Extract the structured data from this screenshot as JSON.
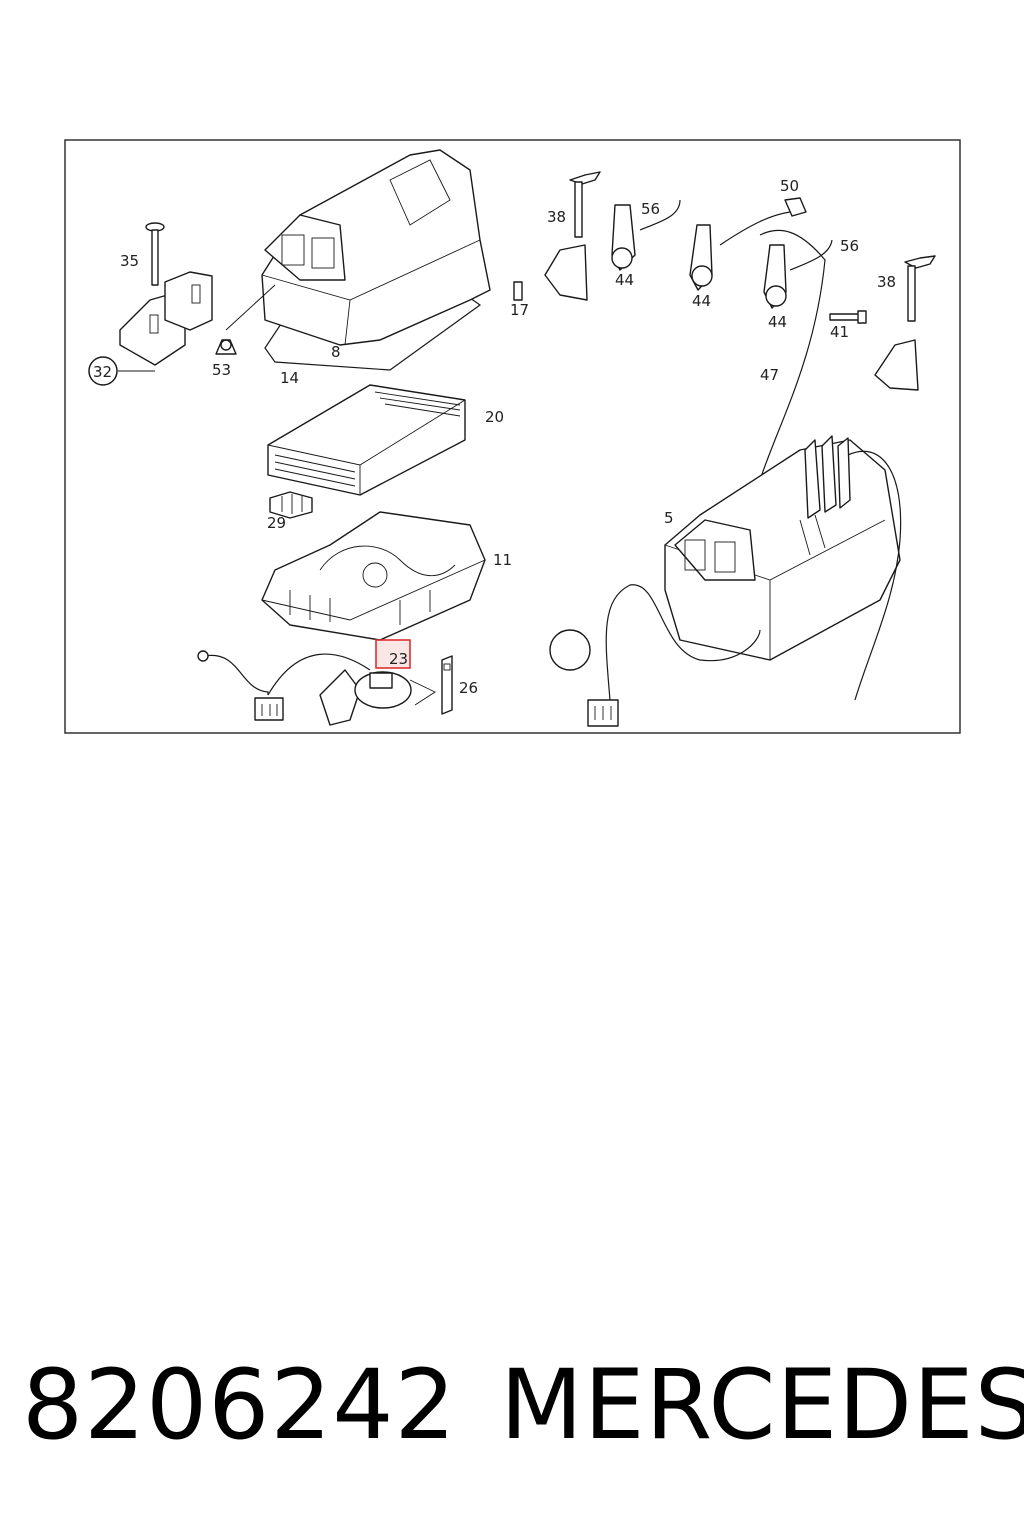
{
  "diagram": {
    "labels": {
      "l35": "35",
      "l32": "32",
      "l53": "53",
      "l14": "14",
      "l8": "8",
      "l20": "20",
      "l29": "29",
      "l11": "11",
      "l23": "23",
      "l26": "26",
      "l38a": "38",
      "l56a": "56",
      "l44a": "44",
      "l17": "17",
      "l44b": "44",
      "l50": "50",
      "l56b": "56",
      "l44c": "44",
      "l38b": "38",
      "l41": "41",
      "l47": "47",
      "l5": "5"
    },
    "highlight_label": "23",
    "highlight_color": "#e03030"
  },
  "caption": {
    "part_number": "8206242",
    "brand": "MERCEDES"
  }
}
